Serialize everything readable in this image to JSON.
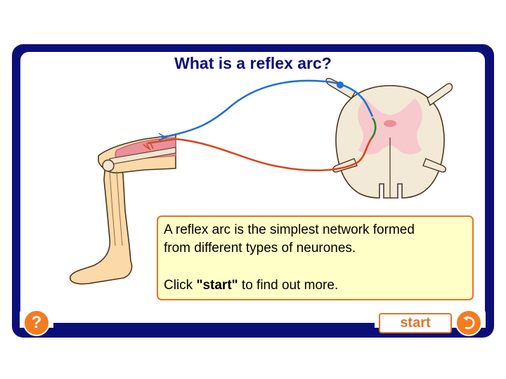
{
  "title": "What is a reflex arc?",
  "info": {
    "line1": "A reflex arc is the simplest network formed",
    "line2": "from different types of neurones.",
    "click_prefix": "Click ",
    "click_bold": "\"start\"",
    "click_suffix": " to find out more."
  },
  "controls": {
    "help_label": "?",
    "start_label": "start",
    "help_icon": "question-mark-icon",
    "replay_icon": "replay-arrow-icon"
  },
  "colors": {
    "frame": "#0c0f78",
    "accent": "#f47c20",
    "info_background": "#ffffc8",
    "sensory_neurone": "#1f6fd6",
    "motor_neurone": "#d4481c",
    "relay_neurone": "#1e8c2a"
  }
}
